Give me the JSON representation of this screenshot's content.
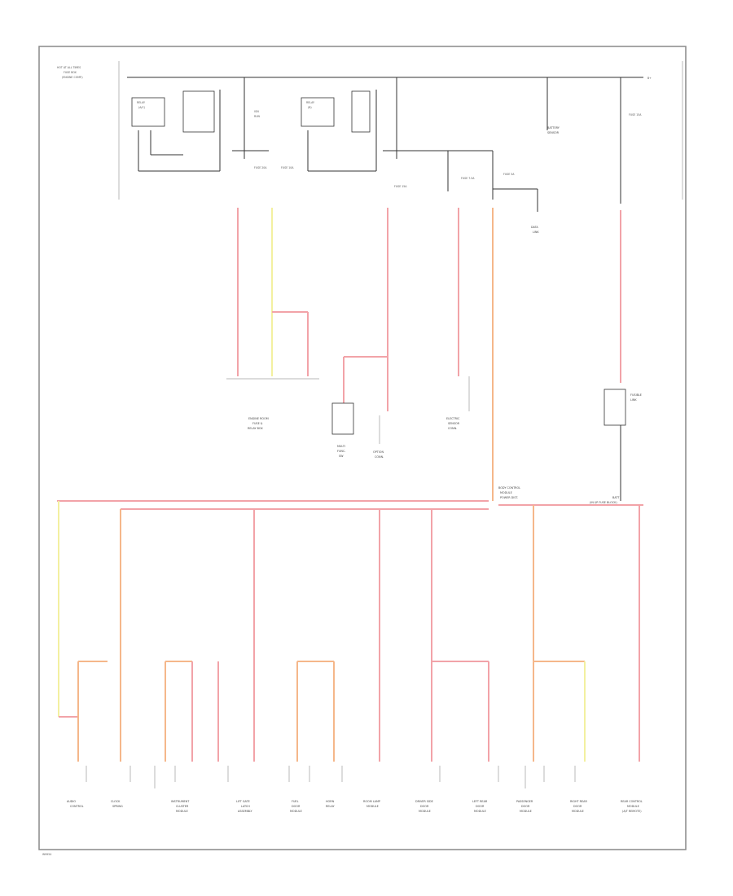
{
  "page": {
    "footer_tag": "W9954"
  },
  "top": {
    "source_label": [
      "HOT AT ALL TIMES",
      "FUSE BOX",
      "(ENGINE COMP.)"
    ],
    "battery_label": "B+",
    "ignition_label": [
      "IGN",
      "RUN"
    ]
  },
  "relays": [
    {
      "id": "r1",
      "label": [
        "RELAY",
        "(A/C)"
      ]
    },
    {
      "id": "r2",
      "label": [
        "RELAY",
        "(B)"
      ]
    }
  ],
  "fuse_labels": [
    "FUSE 20A",
    "FUSE 10A",
    "FUSE 15A",
    "FUSE 7.5A",
    "FUSE 5A",
    "FUSE 15A"
  ],
  "upper_components": [
    {
      "id": "c1",
      "label": [
        "ENGINE ROOM",
        "FUSE &",
        "RELAY BOX"
      ]
    },
    {
      "id": "c2",
      "label": [
        "MULTI",
        "FUNC.",
        "SW"
      ]
    },
    {
      "id": "c3",
      "label": [
        "OPTION",
        "CONN."
      ]
    },
    {
      "id": "c4",
      "label": [
        "ELECTRIC",
        "SENSOR",
        "CONN."
      ]
    },
    {
      "id": "c5",
      "label": [
        "DATA",
        "LINK"
      ]
    },
    {
      "id": "c6",
      "label": [
        "BATTERY",
        "SENSOR"
      ]
    }
  ],
  "right_fuse_label": [
    "FUSIBLE",
    "LINK"
  ],
  "bus_labels": {
    "left": [
      "BODY CONTROL",
      "MODULE",
      "POWER DIST."
    ],
    "right": [
      "BATT",
      "(IN I/P FUSE BLOCK)"
    ]
  },
  "lower_components": [
    {
      "id": "l1",
      "label": [
        "AUDIO",
        "CONTROL"
      ]
    },
    {
      "id": "l2",
      "label": [
        "CLOCK",
        "SPRING"
      ]
    },
    {
      "id": "l3",
      "label": [
        "INSTRUMENT",
        "CLUSTER",
        "MODULE"
      ]
    },
    {
      "id": "l4",
      "label": [
        "LIFT GATE",
        "LATCH",
        "ASSEMBLY"
      ]
    },
    {
      "id": "l5",
      "label": [
        "FUEL",
        "DOOR",
        "MODULE"
      ]
    },
    {
      "id": "l6",
      "label": [
        "HORN",
        "RELAY"
      ]
    },
    {
      "id": "l7",
      "label": [
        "ROOM LAMP",
        "MODULE"
      ]
    },
    {
      "id": "l8",
      "label": [
        "DRIVER SIDE",
        "DOOR",
        "MODULE"
      ]
    },
    {
      "id": "l9",
      "label": [
        "LEFT REAR",
        "DOOR",
        "MODULE"
      ]
    },
    {
      "id": "l10",
      "label": [
        "PASSENGER",
        "DOOR",
        "MODULE"
      ]
    },
    {
      "id": "l11",
      "label": [
        "RIGHT REAR",
        "DOOR",
        "MODULE"
      ]
    },
    {
      "id": "l12",
      "label": [
        "REAR CONTROL",
        "MODULE",
        "(A/T REMOTE)"
      ]
    }
  ],
  "colors": {
    "red_wire": "#f2a3a8",
    "orange_wire": "#f5b78a",
    "yellow_wire": "#f3f0a0",
    "frame": "#888888"
  }
}
